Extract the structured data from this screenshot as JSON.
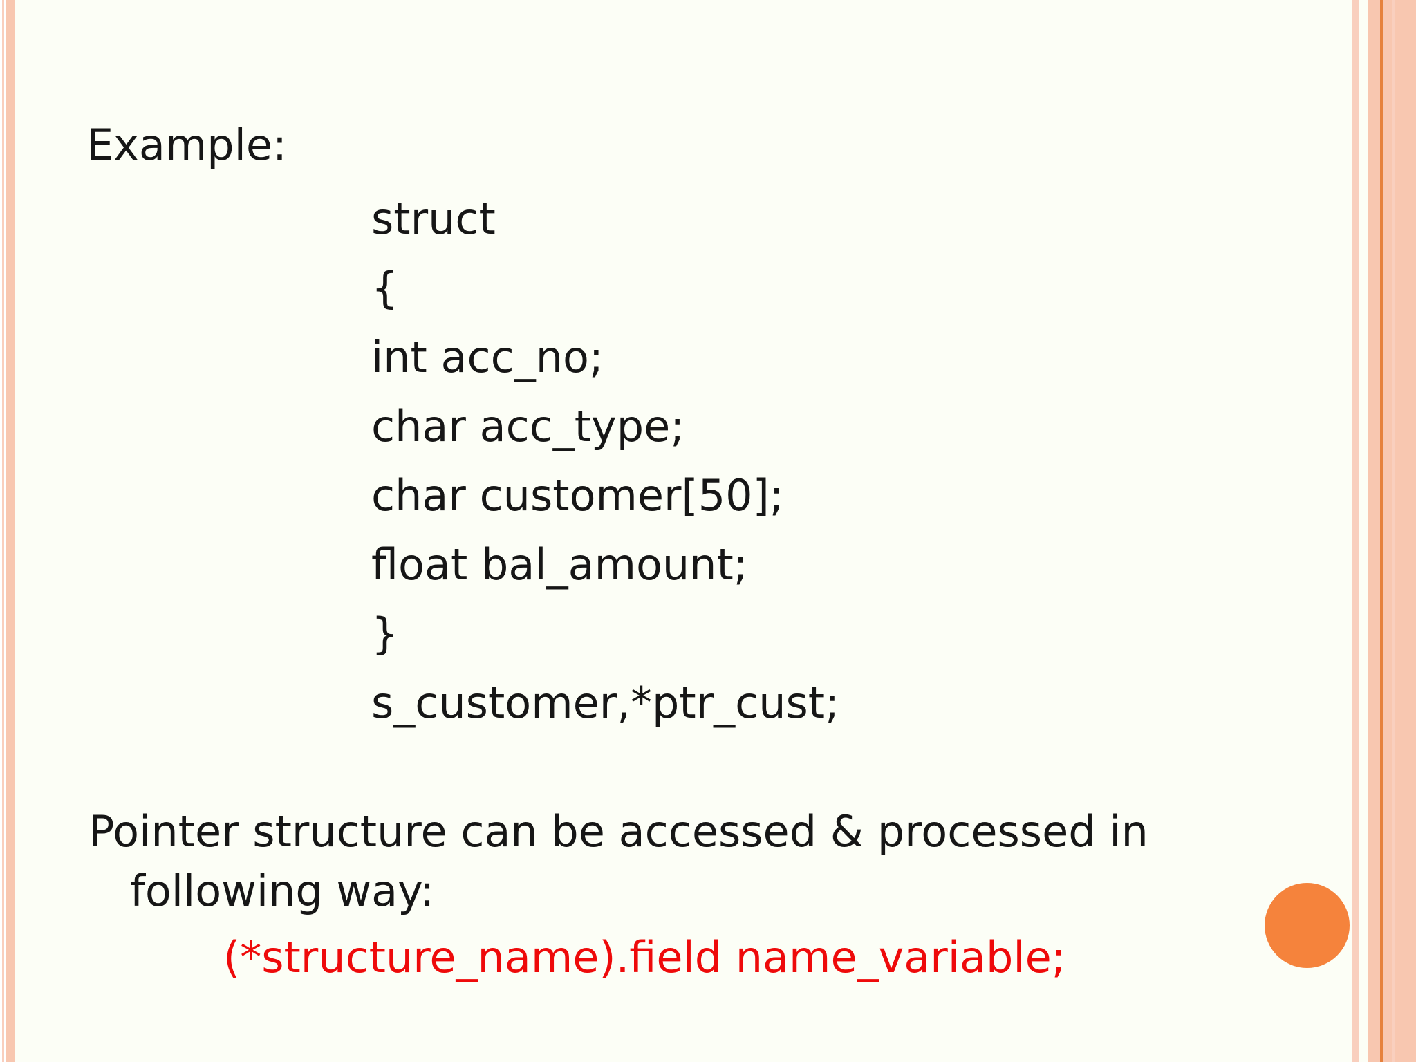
{
  "slide": {
    "example_label": "Example:",
    "code_lines": [
      "struct",
      "{",
      "int acc_no;",
      "char acc_type;",
      "char customer[50];",
      "float bal_amount;",
      "}",
      "s_customer,*ptr_cust;"
    ],
    "paragraph": {
      "line1": "Pointer structure can be accessed & processed in",
      "line2": "following way:"
    },
    "formula": "(*structure_name).field name_variable;",
    "decorations": {
      "circle": "orange-circle"
    },
    "colors": {
      "background": "#FCFEF6",
      "text": "#161616",
      "formula_red": "#EE0A0A",
      "stripe_salmon": "#F8C7B0",
      "stripe_salmon_light": "#F9CFBE",
      "stripe_orange_line": "#E6813C",
      "circle_orange": "#F5833C"
    }
  }
}
